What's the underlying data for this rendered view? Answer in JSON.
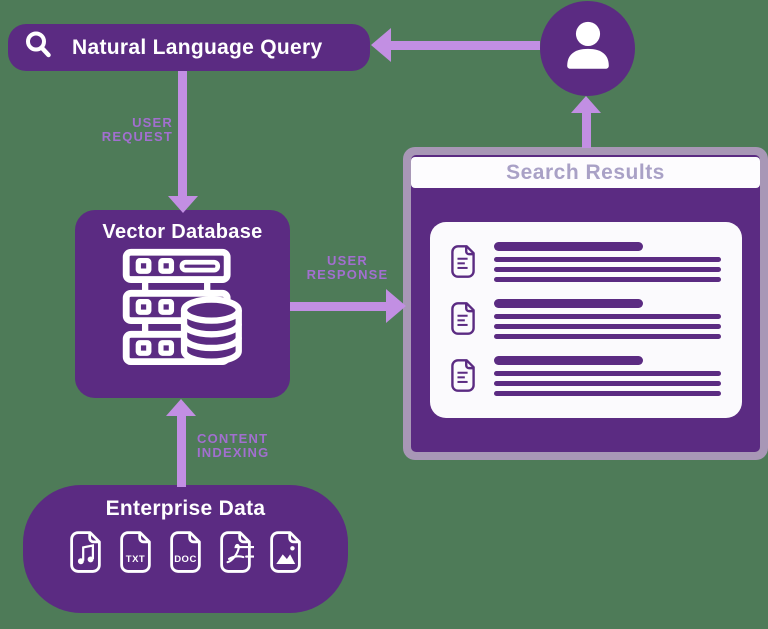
{
  "colors": {
    "background": "#4e7b58",
    "node_purple": "#5b2b82",
    "arrow_purple": "#c28fe3",
    "flow_label_purple": "#a26fd0",
    "panel_frame_lavender": "#a897b6",
    "panel_header_text": "#a9a1c6",
    "white": "#ffffff"
  },
  "query_bar": {
    "label": "Natural Language Query",
    "icon": "search-icon"
  },
  "user_node": {
    "icon": "user-icon"
  },
  "vector_database": {
    "label": "Vector Database",
    "icon": "server-database-icon"
  },
  "search_panel": {
    "title": "Search Results",
    "results": [
      {
        "icon": "document-icon"
      },
      {
        "icon": "document-icon"
      },
      {
        "icon": "document-icon"
      }
    ]
  },
  "enterprise_data": {
    "label": "Enterprise Data",
    "file_types": [
      "music",
      "TXT",
      "DOC",
      "PDF",
      "image"
    ]
  },
  "flows": {
    "user_request": "USER\nREQUEST",
    "user_response": "USER\nRESPONSE",
    "content_indexing": "CONTENT\nINDEXING"
  }
}
